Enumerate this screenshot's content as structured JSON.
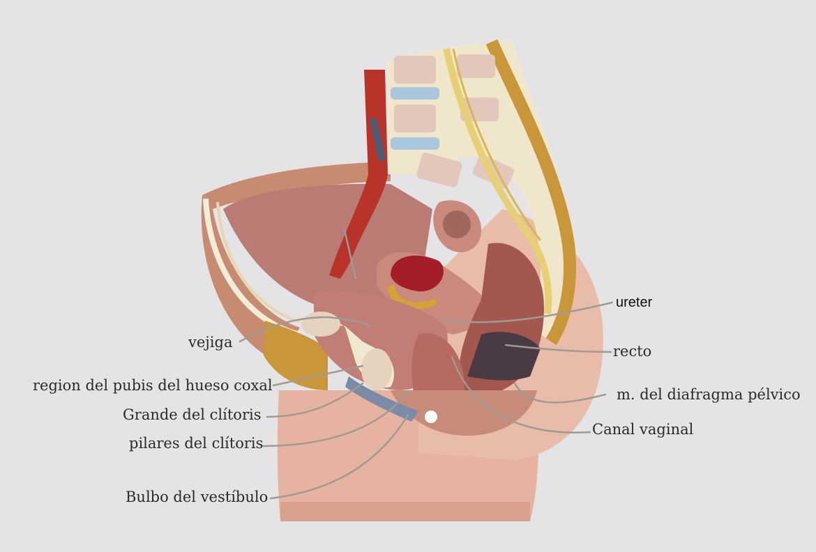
{
  "labels": {
    "vejiga": "vejiga",
    "pubis": "region del pubis del hueso coxal",
    "grande_clitoris": "Grande del clítoris",
    "pilares_clitoris": "pilares del clítoris",
    "bulbo_vestibulo": "Bulbo del vestíbulo",
    "ureter": "ureter",
    "recto": "recto",
    "diafragma_pelvico": "m. del diafragma pélvico",
    "canal_vaginal": "Canal vaginal"
  },
  "colors": {
    "background": "#e4e4e6",
    "leader_line": "#a09a93",
    "skin": "#e8b7a6",
    "muscle": "#b86a63",
    "bone": "#efe7cf",
    "fat": "#c79a3c",
    "artery": "#b8342a",
    "rectum_dark": "#4a3a44"
  }
}
